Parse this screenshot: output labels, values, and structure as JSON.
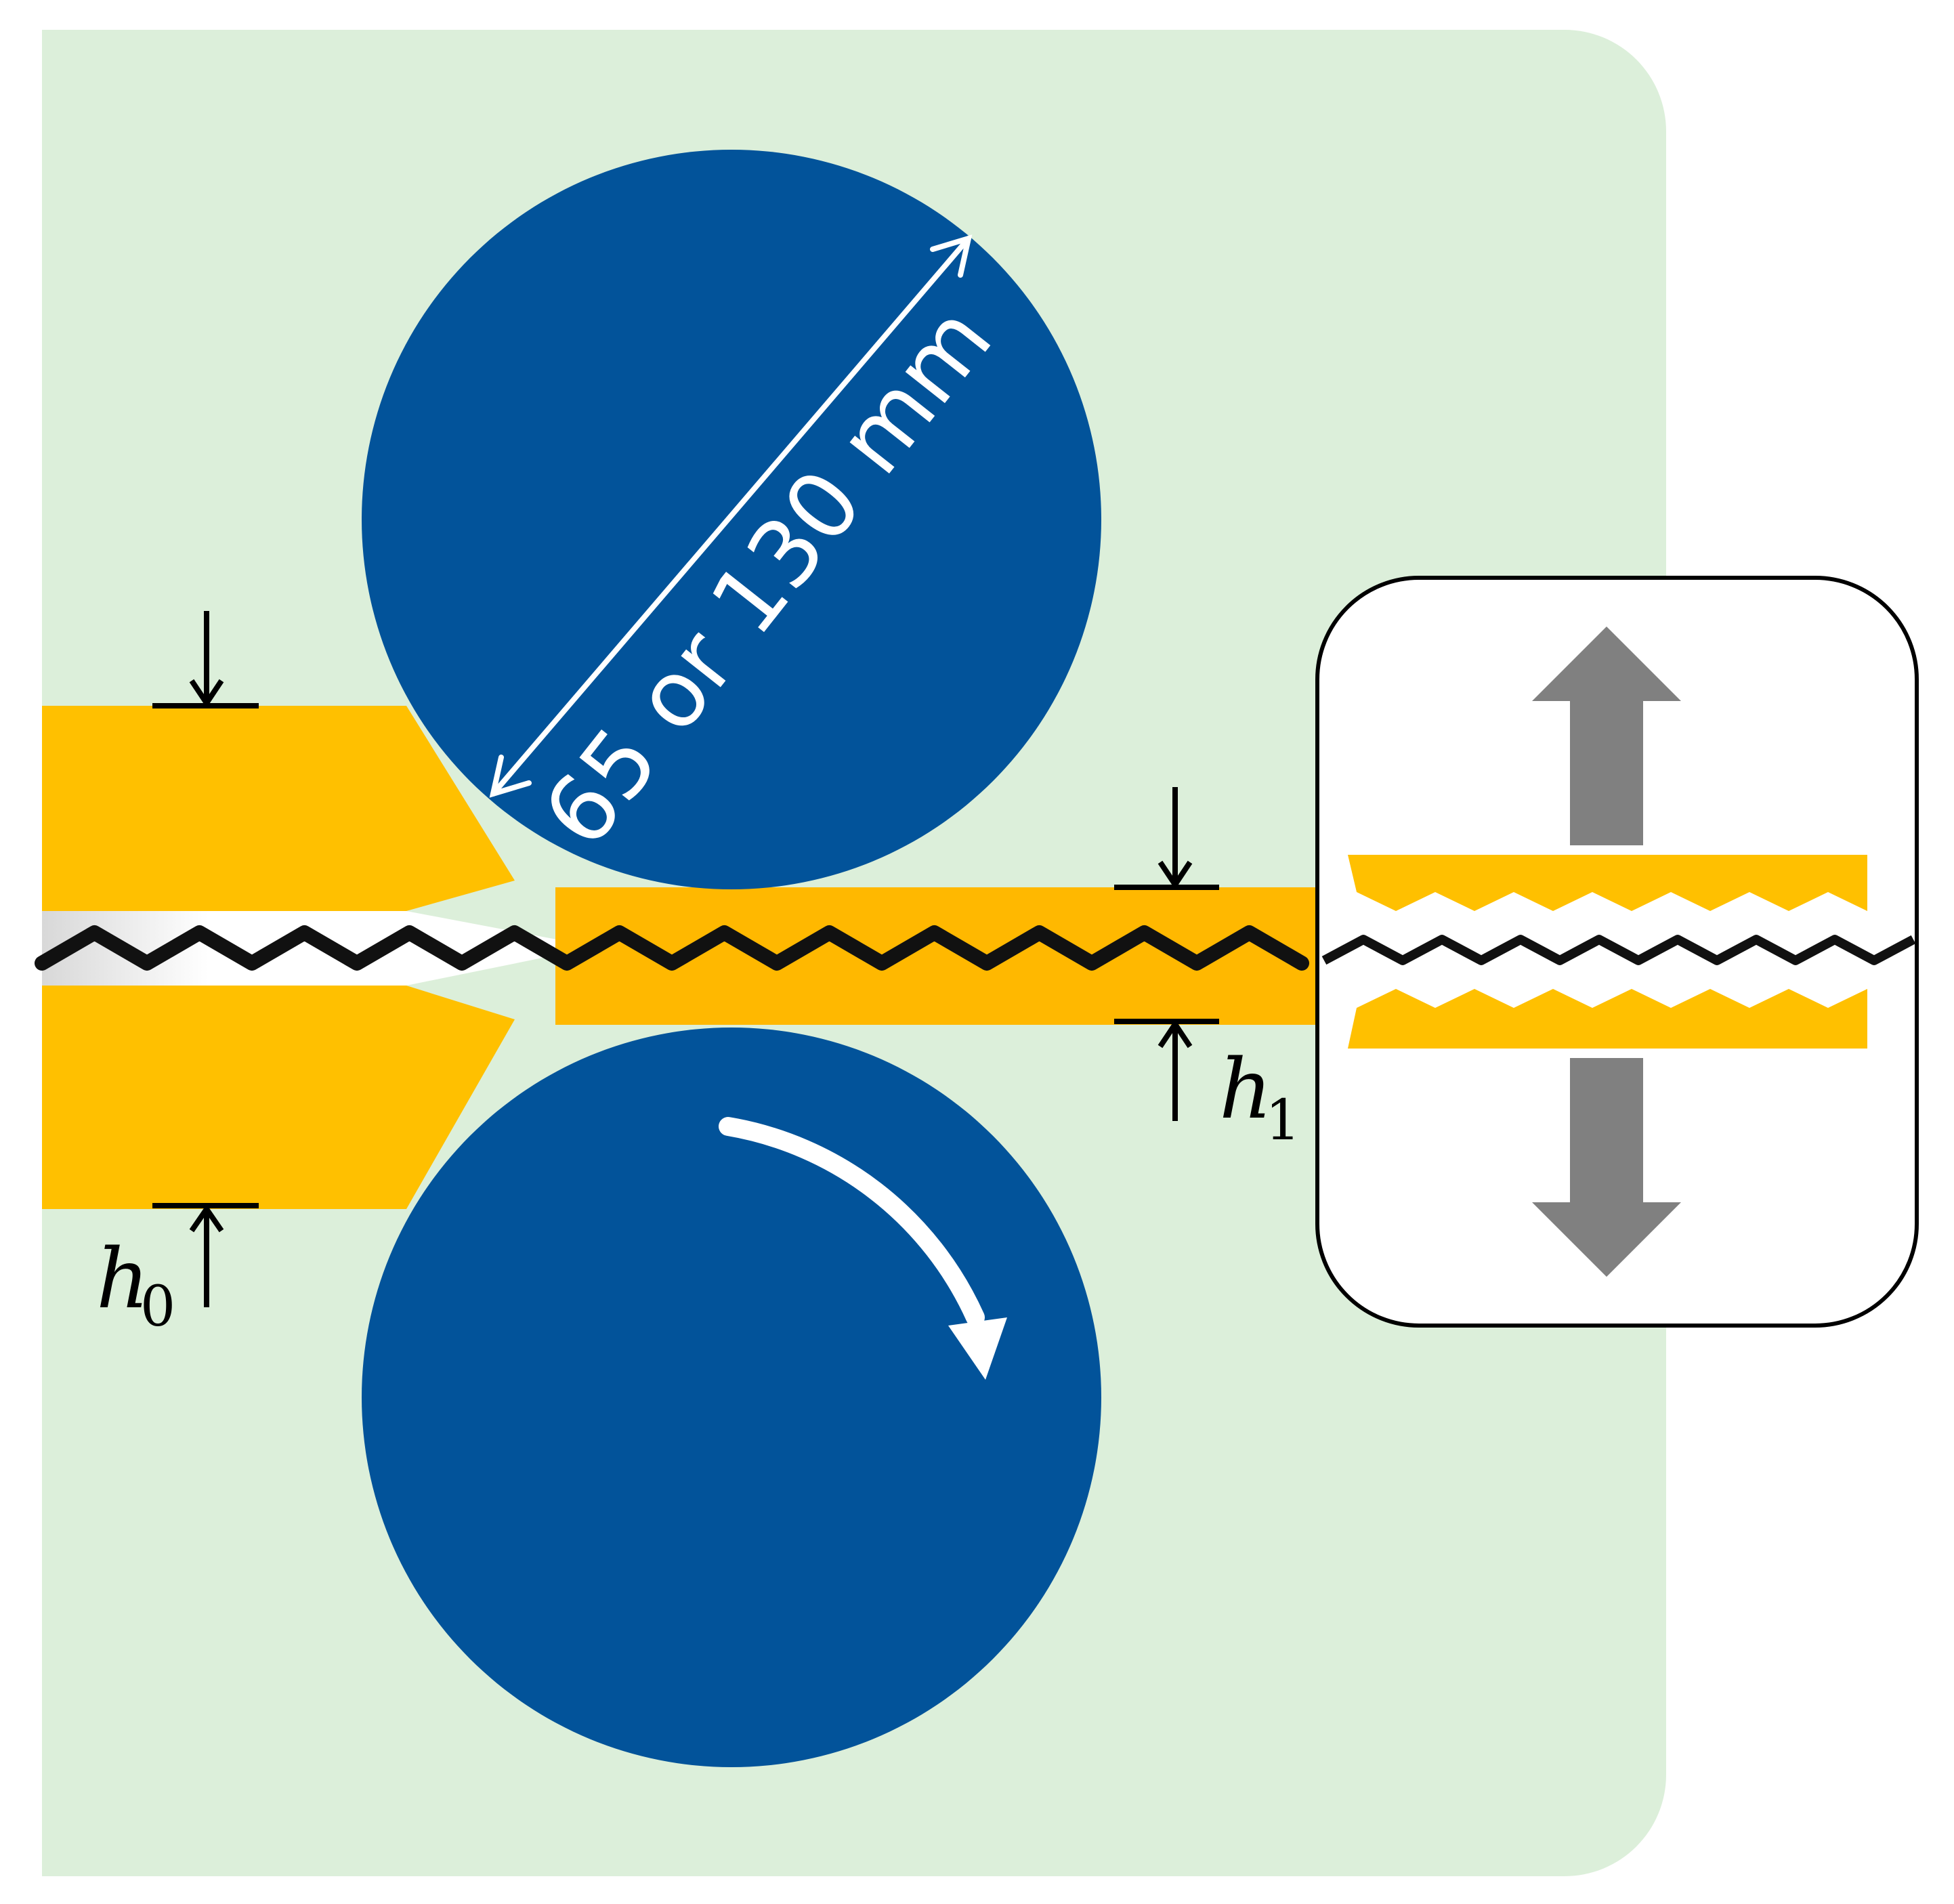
{
  "diagram": {
    "diameter_label": "65 or 130 mm",
    "thickness_in_label": "h",
    "thickness_in_subscript": "0",
    "thickness_out_label": "h",
    "thickness_out_subscript": "1"
  },
  "colors": {
    "background_panel": "#DCEFDA",
    "roll": "#02539A",
    "sheet": "#FFC000",
    "interface_line": "#111111",
    "pull_arrow": "#808080",
    "inset_background": "#FFFFFF",
    "annotation": "#FFFFFF"
  },
  "icons": {
    "rotation": "clockwise-rotation-icon",
    "pull_up": "arrow-up-icon",
    "pull_down": "arrow-down-icon"
  }
}
